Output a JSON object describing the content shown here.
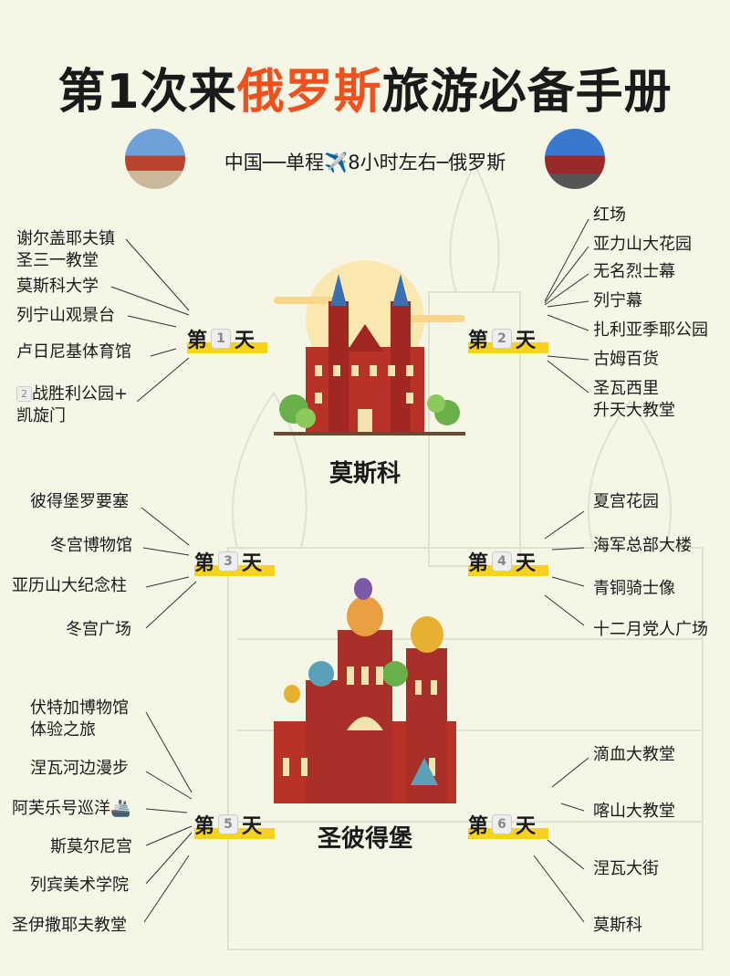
{
  "title": {
    "pre": "第1次来",
    "highlight": "俄罗斯",
    "post": "旅游必备手册"
  },
  "route": "中国──单程✈️8小时左右─俄罗斯",
  "colors": {
    "accent": "#f0501e",
    "highlight": "#f6d21a",
    "background": "#f6f6e6"
  },
  "days": [
    {
      "pre": "第",
      "num": "1",
      "post": "天",
      "items": [
        "谢尔盖耶夫镇",
        "圣三一教堂",
        "莫斯科大学",
        "列宁山观景台",
        "卢日尼基体育馆",
        "战胜利公园+",
        "凯旋门"
      ],
      "badge": "2"
    },
    {
      "pre": "第",
      "num": "2",
      "post": "天",
      "items": [
        "红场",
        "亚力山大花园",
        "无名烈士幕",
        "列宁幕",
        "扎利亚季耶公园",
        "古姆百货",
        "圣瓦西里",
        "升天大教堂"
      ]
    },
    {
      "pre": "第",
      "num": "3",
      "post": "天",
      "items": [
        "彼得堡罗要塞",
        "冬宫博物馆",
        "亚历山大纪念柱",
        "冬宫广场"
      ]
    },
    {
      "pre": "第",
      "num": "4",
      "post": "天",
      "items": [
        "夏宫花园",
        "海军总部大楼",
        "青铜骑士像",
        "十二月党人广场"
      ]
    },
    {
      "pre": "第",
      "num": "5",
      "post": "天",
      "items": [
        "伏特加博物馆",
        "体验之旅",
        "涅瓦河边漫步",
        "阿芙乐号巡洋🚢",
        "斯莫尔尼宫",
        "列宾美术学院",
        "圣伊撒耶夫教堂"
      ]
    },
    {
      "pre": "第",
      "num": "6",
      "post": "天",
      "items": [
        "滴血大教堂",
        "喀山大教堂",
        "涅瓦大街",
        "莫斯科"
      ]
    }
  ],
  "cities": {
    "moscow": "莫斯科",
    "spb": "圣彼得堡"
  }
}
